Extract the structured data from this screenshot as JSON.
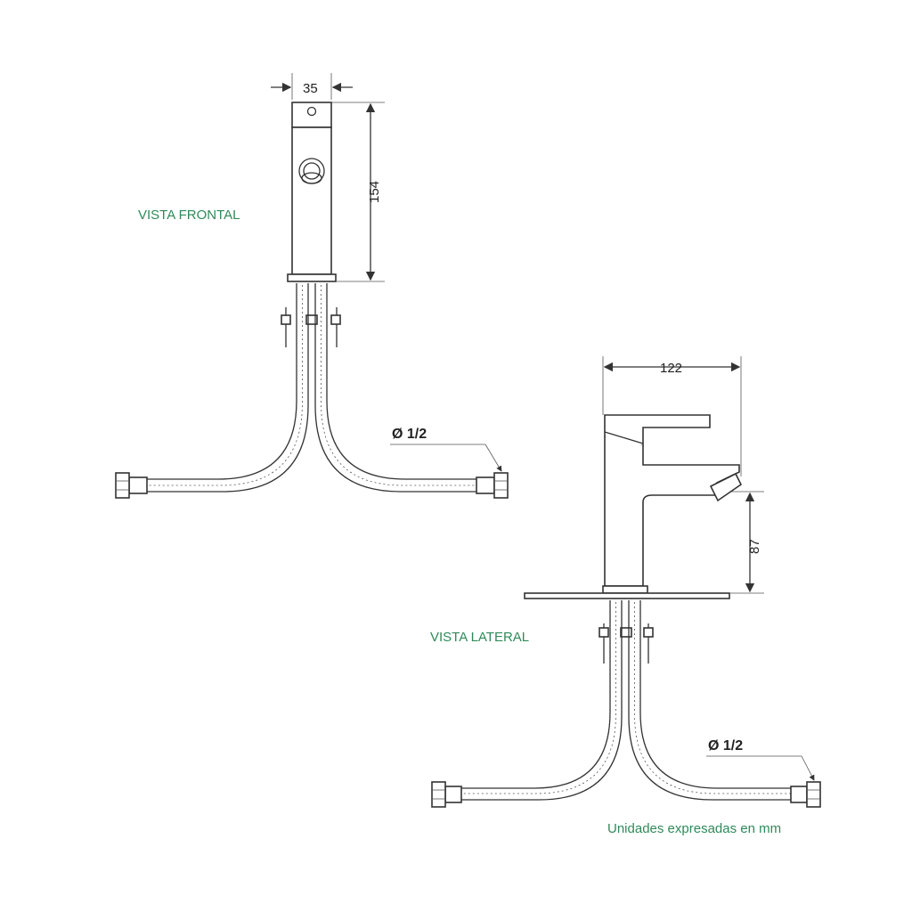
{
  "views": {
    "front": {
      "title": "VISTA FRONTAL",
      "width_dim": "35",
      "height_dim": "154",
      "connector_dim": "Ø 1/2"
    },
    "side": {
      "title": "VISTA LATERAL",
      "width_dim": "122",
      "height_dim": "87",
      "connector_dim": "Ø 1/2"
    }
  },
  "footer": {
    "units_note": "Unidades expresadas en mm"
  },
  "colors": {
    "label": "#2f8a5a",
    "line": "#333333"
  }
}
